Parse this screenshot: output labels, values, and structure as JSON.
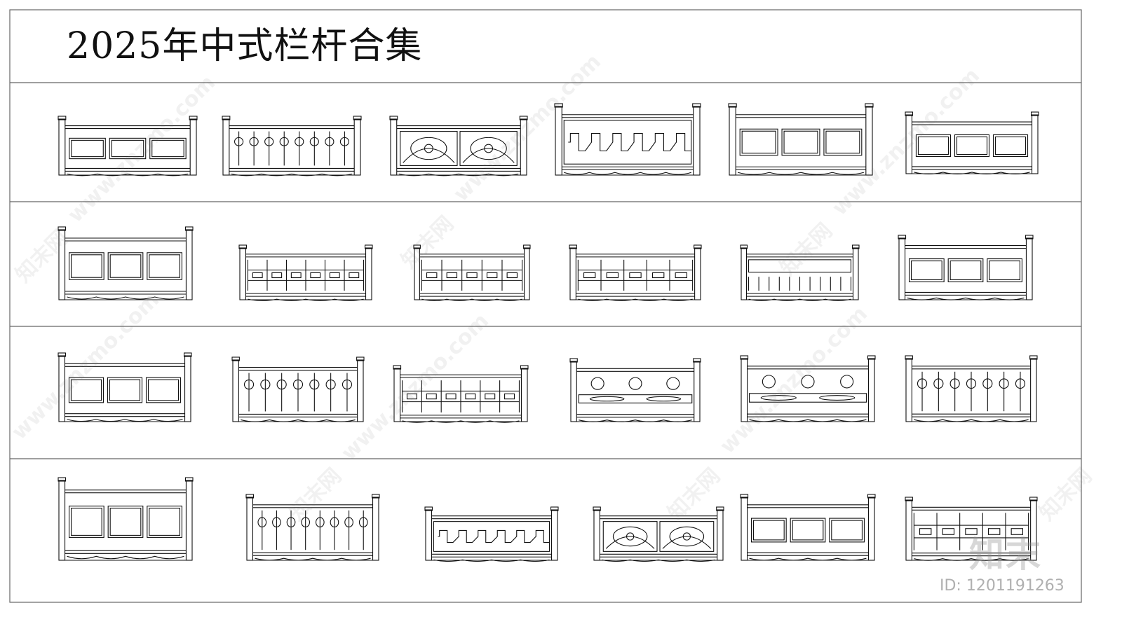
{
  "title": "2025年中式栏杆合集",
  "watermark": {
    "site": "www.znzmo.com",
    "brand": "知末网"
  },
  "logo": "知末",
  "id_text": "ID: 1201191263",
  "colors": {
    "line": "#111111",
    "frame": "#666666",
    "watermark": "#b0b0b0"
  },
  "rows": [
    {
      "row": 1,
      "railings": [
        {
          "id": "r1-1",
          "style": "panels"
        },
        {
          "id": "r1-2",
          "style": "balusters"
        },
        {
          "id": "r1-3",
          "style": "carved"
        },
        {
          "id": "r1-4",
          "style": "fret"
        },
        {
          "id": "r1-5",
          "style": "panels"
        },
        {
          "id": "r1-6",
          "style": "panels"
        }
      ]
    },
    {
      "row": 2,
      "railings": [
        {
          "id": "r2-1",
          "style": "panels"
        },
        {
          "id": "r2-2",
          "style": "lattice"
        },
        {
          "id": "r2-3",
          "style": "lattice"
        },
        {
          "id": "r2-4",
          "style": "lattice"
        },
        {
          "id": "r2-5",
          "style": "slats"
        },
        {
          "id": "r2-6",
          "style": "panels"
        }
      ]
    },
    {
      "row": 3,
      "railings": [
        {
          "id": "r3-1",
          "style": "panels"
        },
        {
          "id": "r3-2",
          "style": "balusters"
        },
        {
          "id": "r3-3",
          "style": "lattice"
        },
        {
          "id": "r3-4",
          "style": "vases"
        },
        {
          "id": "r3-5",
          "style": "vases"
        },
        {
          "id": "r3-6",
          "style": "balusters"
        }
      ]
    },
    {
      "row": 4,
      "railings": [
        {
          "id": "r4-1",
          "style": "panels"
        },
        {
          "id": "r4-2",
          "style": "balusters"
        },
        {
          "id": "r4-3",
          "style": "fret"
        },
        {
          "id": "r4-4",
          "style": "carved"
        },
        {
          "id": "r4-5",
          "style": "panels"
        },
        {
          "id": "r4-6",
          "style": "lattice"
        }
      ]
    }
  ]
}
